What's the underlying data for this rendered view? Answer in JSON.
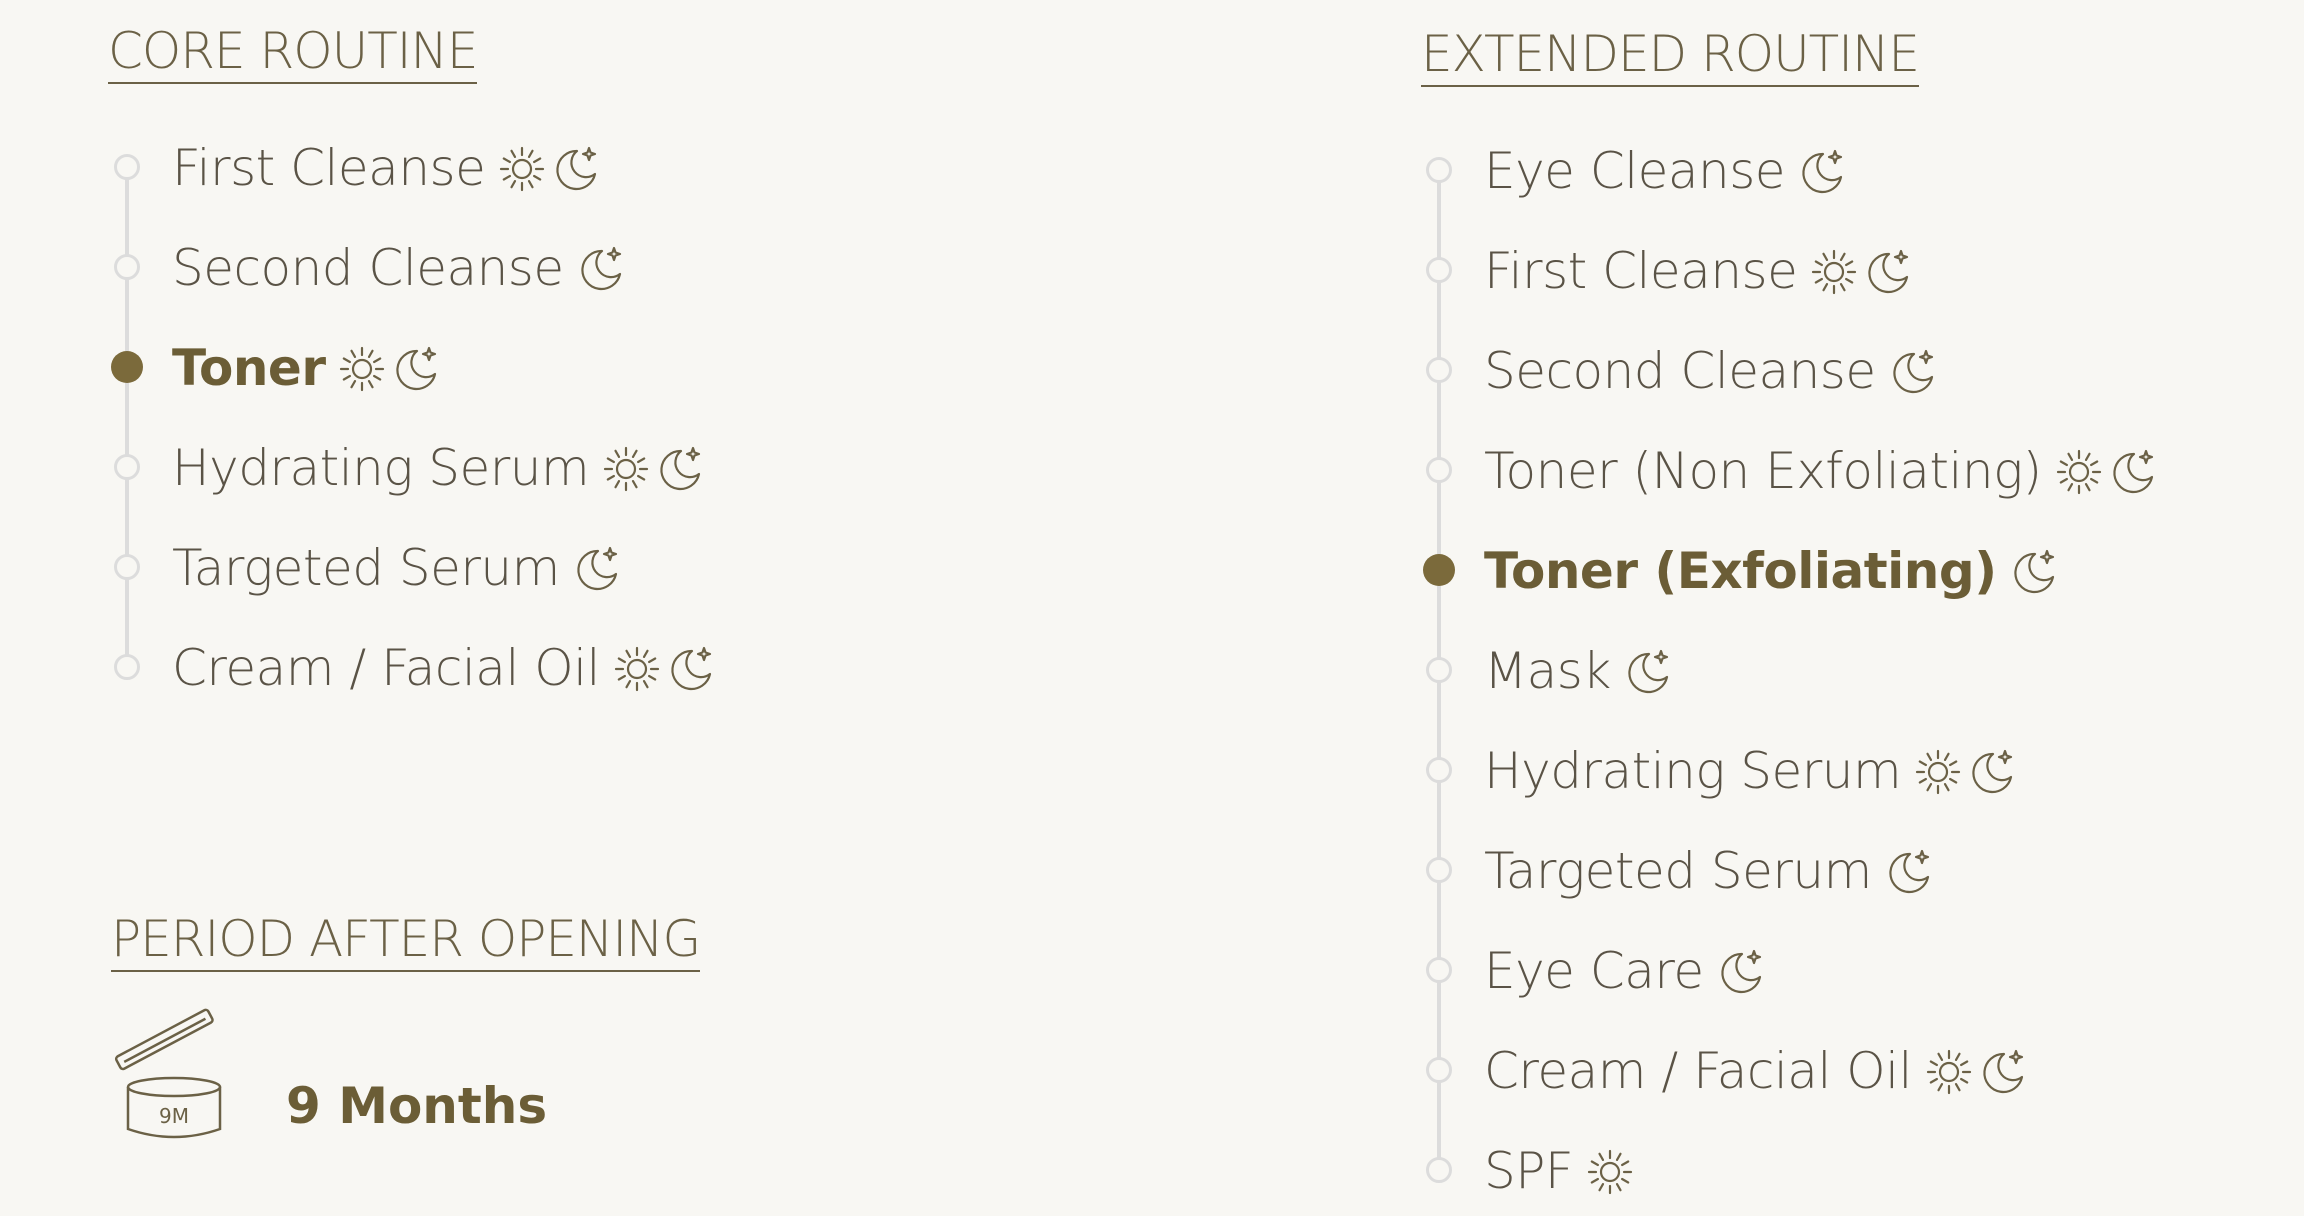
{
  "core": {
    "heading": "CORE ROUTINE",
    "steps": [
      {
        "label": "First Cleanse",
        "icons": [
          "sun-icon",
          "moon-icon"
        ],
        "active": false
      },
      {
        "label": "Second Cleanse",
        "icons": [
          "moon-icon"
        ],
        "active": false
      },
      {
        "label": "Toner",
        "icons": [
          "sun-icon",
          "moon-icon"
        ],
        "active": true
      },
      {
        "label": "Hydrating Serum",
        "icons": [
          "sun-icon",
          "moon-icon"
        ],
        "active": false
      },
      {
        "label": "Targeted Serum",
        "icons": [
          "moon-icon"
        ],
        "active": false
      },
      {
        "label": "Cream / Facial Oil",
        "icons": [
          "sun-icon",
          "moon-icon"
        ],
        "active": false
      }
    ]
  },
  "extended": {
    "heading": "EXTENDED ROUTINE",
    "steps": [
      {
        "label": "Eye Cleanse",
        "icons": [
          "moon-icon"
        ],
        "active": false
      },
      {
        "label": "First Cleanse",
        "icons": [
          "sun-icon",
          "moon-icon"
        ],
        "active": false
      },
      {
        "label": "Second Cleanse",
        "icons": [
          "moon-icon"
        ],
        "active": false
      },
      {
        "label": "Toner (Non Exfoliating)",
        "icons": [
          "sun-icon",
          "moon-icon"
        ],
        "active": false
      },
      {
        "label": "Toner (Exfoliating)",
        "icons": [
          "moon-icon"
        ],
        "active": true
      },
      {
        "label": "Mask",
        "icons": [
          "moon-icon"
        ],
        "active": false
      },
      {
        "label": "Hydrating Serum",
        "icons": [
          "sun-icon",
          "moon-icon"
        ],
        "active": false
      },
      {
        "label": "Targeted Serum",
        "icons": [
          "moon-icon"
        ],
        "active": false
      },
      {
        "label": "Eye Care",
        "icons": [
          "moon-icon"
        ],
        "active": false
      },
      {
        "label": "Cream / Facial Oil",
        "icons": [
          "sun-icon",
          "moon-icon"
        ],
        "active": false
      },
      {
        "label": "SPF",
        "icons": [
          "sun-icon"
        ],
        "active": false
      }
    ]
  },
  "pao": {
    "heading": "PERIOD AFTER OPENING",
    "icon": "open-jar-icon",
    "icon_text": "9M",
    "value": "9 Months"
  },
  "colors": {
    "accent": "#6b5d36",
    "text": "#5a5346",
    "line": "#dcdcdc",
    "background": "#f8f7f3"
  }
}
